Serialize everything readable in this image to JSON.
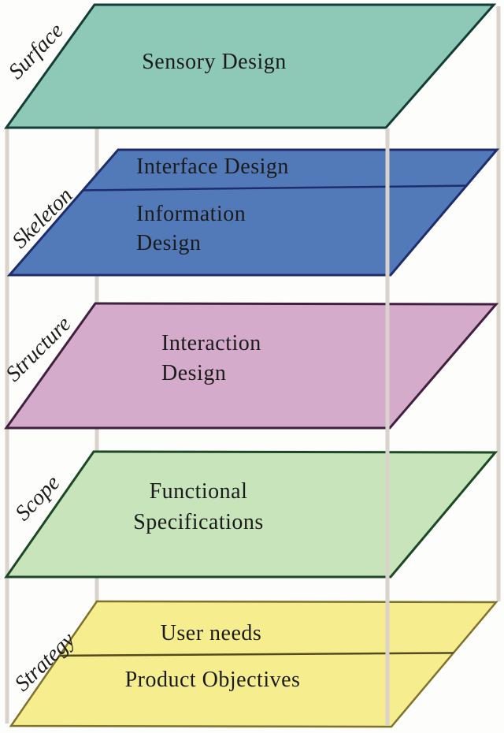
{
  "diagram": {
    "background": "#fdfdfb",
    "pole_color": "#d9d3cc",
    "text_color": "#1b1b1b",
    "planes": [
      {
        "label": "Surface",
        "fill": "#8dc9b6",
        "stroke": "#143d35",
        "lines": [
          "Sensory Design"
        ]
      },
      {
        "label": "Skeleton",
        "fill": "#537ab8",
        "stroke": "#1e2d6d",
        "divider_color": "#1e2d6d",
        "lines": [
          "Interface Design",
          "Information",
          "Design"
        ]
      },
      {
        "label": "Structure",
        "fill": "#d4abca",
        "stroke": "#41203f",
        "lines": [
          "Interaction",
          "Design"
        ]
      },
      {
        "label": "Scope",
        "fill": "#c7e4bb",
        "stroke": "#1d4826",
        "lines": [
          "Functional",
          "Specifications"
        ]
      },
      {
        "label": "Strategy",
        "fill": "#f6ee8e",
        "stroke": "#80712c",
        "divider_color": "#55491e",
        "lines": [
          "User needs",
          "Product Objectives"
        ]
      }
    ]
  }
}
